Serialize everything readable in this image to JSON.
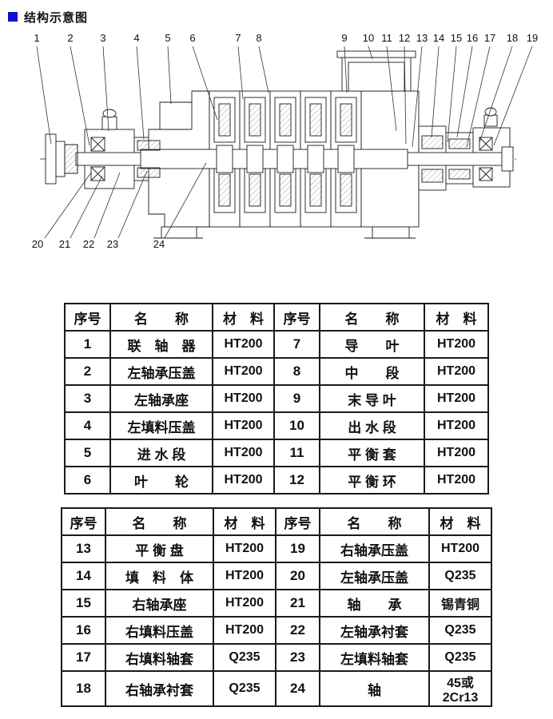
{
  "page": {
    "title": "结构示意图",
    "accent_color": "#1111cc"
  },
  "diagram": {
    "top_labels": [
      "1",
      "2",
      "3",
      "4",
      "5",
      "6",
      "7",
      "8",
      "9",
      "10",
      "11",
      "12",
      "13",
      "14",
      "15",
      "16",
      "17",
      "18",
      "19"
    ],
    "bottom_labels": [
      "20",
      "21",
      "22",
      "23",
      "24"
    ]
  },
  "table1": {
    "headers": [
      "序号",
      "名　　称",
      "材　料",
      "序号",
      "名　　称",
      "材　料"
    ],
    "rows": [
      [
        "1",
        "联　轴　器",
        "HT200",
        "7",
        "导　　叶",
        "HT200"
      ],
      [
        "2",
        "左轴承压盖",
        "HT200",
        "8",
        "中　　段",
        "HT200"
      ],
      [
        "3",
        "左轴承座",
        "HT200",
        "9",
        "末 导 叶",
        "HT200"
      ],
      [
        "4",
        "左填料压盖",
        "HT200",
        "10",
        "出 水 段",
        "HT200"
      ],
      [
        "5",
        "进 水 段",
        "HT200",
        "11",
        "平 衡 套",
        "HT200"
      ],
      [
        "6",
        "叶　　轮",
        "HT200",
        "12",
        "平 衡 环",
        "HT200"
      ]
    ]
  },
  "table2": {
    "headers": [
      "序号",
      "名　　称",
      "材　料",
      "序号",
      "名　　称",
      "材　料"
    ],
    "rows": [
      [
        "13",
        "平 衡 盘",
        "HT200",
        "19",
        "右轴承压盖",
        "HT200"
      ],
      [
        "14",
        "填　料　体",
        "HT200",
        "20",
        "左轴承压盖",
        "Q235"
      ],
      [
        "15",
        "右轴承座",
        "HT200",
        "21",
        "轴　　承",
        "锡青铜"
      ],
      [
        "16",
        "右填料压盖",
        "HT200",
        "22",
        "左轴承衬套",
        "Q235"
      ],
      [
        "17",
        "右填料轴套",
        "Q235",
        "23",
        "左填料轴套",
        "Q235"
      ],
      [
        "18",
        "右轴承衬套",
        "Q235",
        "24",
        "轴",
        "45或2Cr13"
      ]
    ]
  }
}
